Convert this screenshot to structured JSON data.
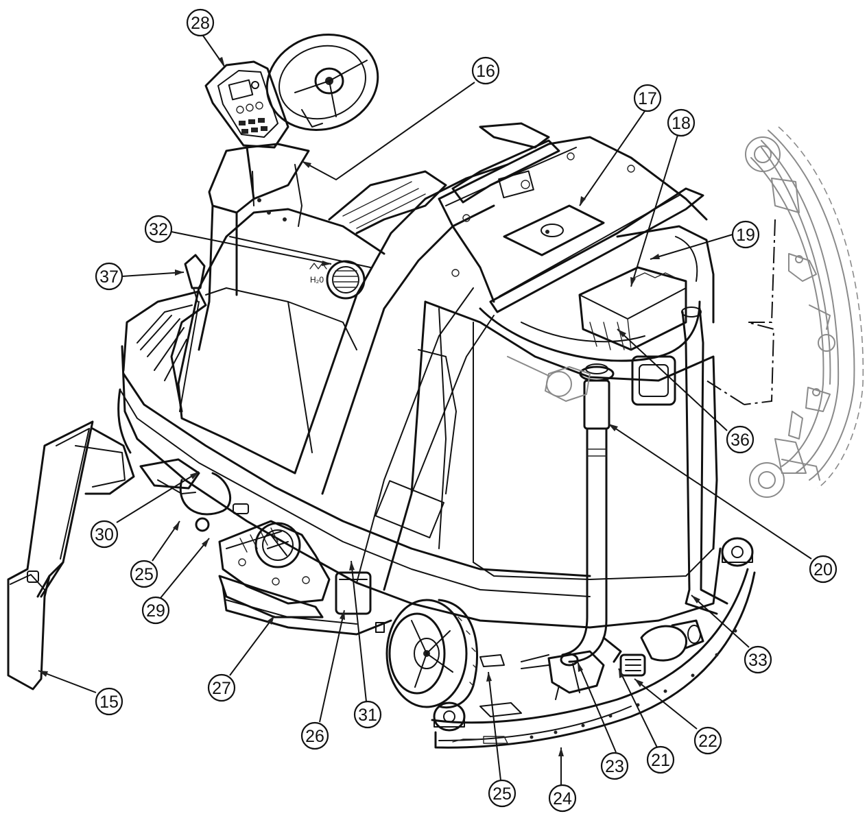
{
  "callouts": [
    {
      "id": "c28",
      "label": "28"
    },
    {
      "id": "c16",
      "label": "16"
    },
    {
      "id": "c17",
      "label": "17"
    },
    {
      "id": "c18",
      "label": "18"
    },
    {
      "id": "c32",
      "label": "32"
    },
    {
      "id": "c19",
      "label": "19"
    },
    {
      "id": "c37",
      "label": "37"
    },
    {
      "id": "c36",
      "label": "36"
    },
    {
      "id": "c20",
      "label": "20"
    },
    {
      "id": "c30",
      "label": "30"
    },
    {
      "id": "c25a",
      "label": "25"
    },
    {
      "id": "c29",
      "label": "29"
    },
    {
      "id": "c33",
      "label": "33"
    },
    {
      "id": "c27",
      "label": "27"
    },
    {
      "id": "c15",
      "label": "15"
    },
    {
      "id": "c31",
      "label": "31"
    },
    {
      "id": "c26",
      "label": "26"
    },
    {
      "id": "c22",
      "label": "22"
    },
    {
      "id": "c23",
      "label": "23"
    },
    {
      "id": "c21",
      "label": "21"
    },
    {
      "id": "c25b",
      "label": "25"
    },
    {
      "id": "c24",
      "label": "24"
    }
  ],
  "panel_markings": {
    "symbol_text": "H₂0"
  },
  "colors": {
    "line": "#111111",
    "ghost_line": "#8a8a8a",
    "background": "#ffffff"
  }
}
